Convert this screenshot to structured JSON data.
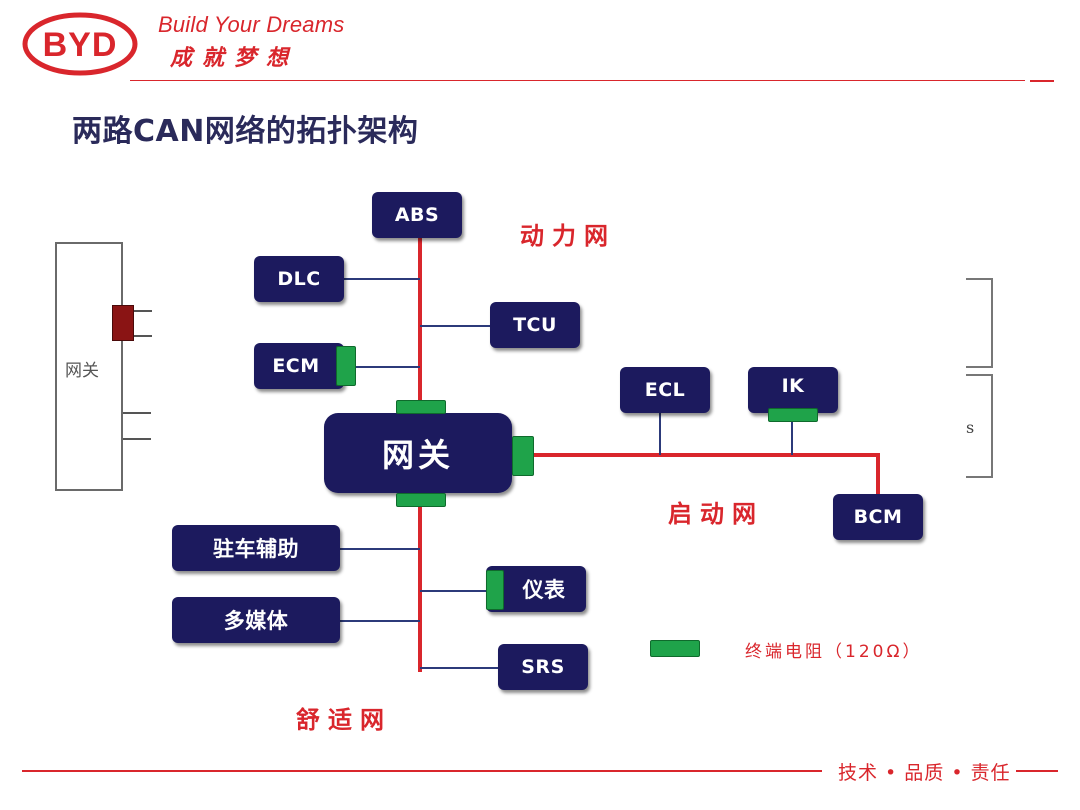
{
  "header": {
    "logo_text": "BYD",
    "tagline": "Build Your Dreams",
    "slogan_cn": "成就梦想"
  },
  "title": "两路CAN网络的拓扑架构",
  "nodes": {
    "abs": "ABS",
    "dlc": "DLC",
    "tcu": "TCU",
    "ecm": "ECM",
    "gateway": "网关",
    "ecl": "ECL",
    "ik": "IK",
    "bcm": "BCM",
    "parking_assist": "驻车辅助",
    "multimedia": "多媒体",
    "instrument": "仪表",
    "srs": "SRS"
  },
  "networks": {
    "power": "动力网",
    "start": "启动网",
    "comfort": "舒适网"
  },
  "legend": {
    "terminator": "终端电阻（120Ω）"
  },
  "side": {
    "left_gateway": "网关",
    "right_fragment": "s"
  },
  "footer": {
    "motto": "技术 • 品质 • 责任"
  },
  "colors": {
    "brand_red": "#d9262c",
    "node_navy": "#1c1a5e",
    "terminator_green": "#1fa34a",
    "branch_blue": "#2c3a7a"
  }
}
